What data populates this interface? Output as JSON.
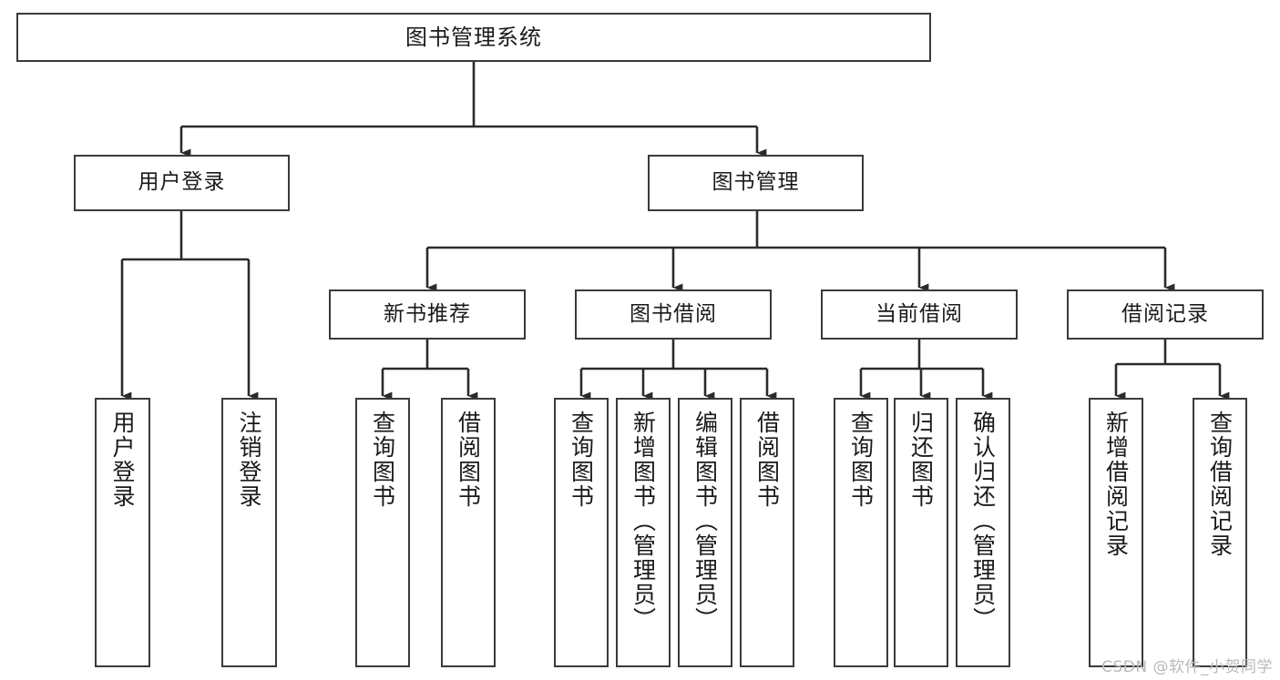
{
  "diagram": {
    "title": "图书管理系统",
    "type": "hierarchy-tree",
    "orientation": "top-down",
    "colors": {
      "box_border": "#3a3a3a",
      "box_fill": "#ffffff",
      "edge": "#2b2b2b",
      "text": "#1a1a1a",
      "watermark": "#b9b9b9"
    },
    "watermark": "CSDN @软件_小贺同学",
    "levels": {
      "level0": [
        {
          "id": "root",
          "label": "图书管理系统",
          "orientation": "horizontal"
        }
      ],
      "level1": [
        {
          "id": "user-login",
          "label": "用户登录",
          "orientation": "horizontal",
          "parent": "root"
        },
        {
          "id": "book-manage",
          "label": "图书管理",
          "orientation": "horizontal",
          "parent": "root"
        }
      ],
      "level2": [
        {
          "id": "new-book-rec",
          "label": "新书推荐",
          "orientation": "horizontal",
          "parent": "book-manage"
        },
        {
          "id": "book-borrow",
          "label": "图书借阅",
          "orientation": "horizontal",
          "parent": "book-manage"
        },
        {
          "id": "current-borrow",
          "label": "当前借阅",
          "orientation": "horizontal",
          "parent": "book-manage"
        },
        {
          "id": "borrow-record",
          "label": "借阅记录",
          "orientation": "horizontal",
          "parent": "book-manage"
        }
      ],
      "level3": [
        {
          "id": "leaf-user-login",
          "label": "用户登录",
          "orientation": "vertical",
          "parent": "user-login"
        },
        {
          "id": "leaf-logout",
          "label": "注销登录",
          "orientation": "vertical",
          "parent": "user-login"
        },
        {
          "id": "leaf-query-book-rec",
          "label": "查询图书",
          "orientation": "vertical",
          "parent": "new-book-rec"
        },
        {
          "id": "leaf-borrow-book-rec",
          "label": "借阅图书",
          "orientation": "vertical",
          "parent": "new-book-rec"
        },
        {
          "id": "leaf-query-book-borrow",
          "label": "查询图书",
          "orientation": "vertical",
          "parent": "book-borrow"
        },
        {
          "id": "leaf-add-book",
          "label": "新增图书（管理员）",
          "orientation": "vertical",
          "parent": "book-borrow"
        },
        {
          "id": "leaf-edit-book",
          "label": "编辑图书（管理员）",
          "orientation": "vertical",
          "parent": "book-borrow"
        },
        {
          "id": "leaf-borrow-book",
          "label": "借阅图书",
          "orientation": "vertical",
          "parent": "book-borrow"
        },
        {
          "id": "leaf-query-book-current",
          "label": "查询图书",
          "orientation": "vertical",
          "parent": "current-borrow"
        },
        {
          "id": "leaf-return-book",
          "label": "归还图书",
          "orientation": "vertical",
          "parent": "current-borrow"
        },
        {
          "id": "leaf-confirm-return",
          "label": "确认归还（管理员）",
          "orientation": "vertical",
          "parent": "current-borrow"
        },
        {
          "id": "leaf-add-record",
          "label": "新增借阅记录",
          "orientation": "vertical",
          "parent": "borrow-record"
        },
        {
          "id": "leaf-query-record",
          "label": "查询借阅记录",
          "orientation": "vertical",
          "parent": "borrow-record"
        }
      ]
    }
  }
}
